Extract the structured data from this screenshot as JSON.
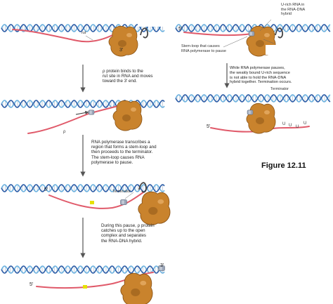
{
  "steps": {
    "step1": "ρ protein binds to the\nrut site in RNA and moves\ntoward the 3′ end.",
    "step2": "RNA polymerase transcribes a\nregion that forms a stem-loop and\nthen proceeds to the terminator.\nThe stem-loop causes RNA\npolymerase to pause.",
    "step3": "During this pause, ρ protein\ncatches up to the open\ncomplex and separates\nthe RNA-DNA hybrid.",
    "step_right": "While RNA polymerase pauses,\nthe weakly bound U-rich sequence\nis not able to hold the RNA-DNA\nhybrid together. Termination occurs."
  },
  "labels": {
    "rut": "rut",
    "rho": "ρ",
    "terminator": "Terminator",
    "terminator_right": "Terminator",
    "stem_loop_pause": "Stem-loop that causes\nRNA polymerase to pause",
    "u_rich_hybrid": "U-rich RNA in\nthe RNA-DNA\nhybrid",
    "prime5": "5′",
    "prime3": "3′",
    "u_bases": [
      "U",
      "U",
      "U",
      "U"
    ]
  },
  "figure_label": "Figure 12.11",
  "colors": {
    "dna_strand_dark": "#2f5fa8",
    "dna_strand_light": "#6fb3e0",
    "dna_rung": "#9fb1c7",
    "rna": "#e05a6a",
    "rna_light": "#f08a96",
    "polymerase": "#c9832d",
    "polymerase_dark": "#8a5316",
    "rho": "#9aa5b8",
    "terminator": "#d9d9d9",
    "stemloop_mark": "#e6e100",
    "arrow": "#555555"
  }
}
